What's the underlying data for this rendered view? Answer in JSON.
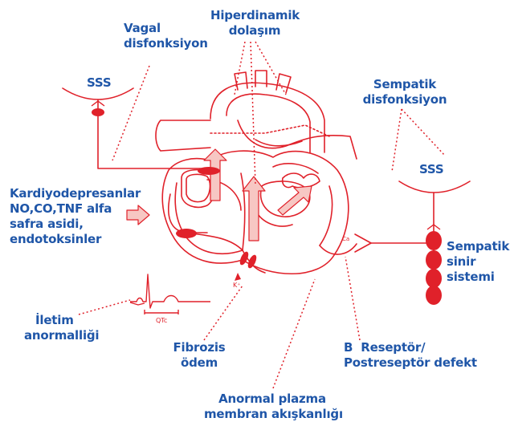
{
  "labels": {
    "hiperdinamik": [
      "Hiperdinamik",
      "dolaşım"
    ],
    "vagal": [
      "Vagal",
      "disfonksiyon"
    ],
    "sss_left": "SSS",
    "sempatik_disf": [
      "Sempatik",
      "disfonksiyon"
    ],
    "sss_right": "SSS",
    "kardiyo": [
      "Kardiyodepresanlar",
      "NO,CO,TNF alfa",
      "safra asidi,",
      "endotoksinler"
    ],
    "sempatik_sinir": [
      "Sempatik",
      "sinir",
      "sistemi"
    ],
    "iletim": [
      "İletim",
      "anormalliği"
    ],
    "fibrozis": [
      "Fibrozis",
      "ödem"
    ],
    "breseptor": [
      "B  Reseptör/",
      "Postreseptör defekt"
    ],
    "anormal": [
      "Anormal plazma",
      "membran akışkanlığı"
    ]
  },
  "small_labels": {
    "potassium": "K⁺",
    "qtc": "QTc",
    "ca": "Ca"
  },
  "colors": {
    "label": "#1f56a8",
    "diagram": "#e0212a",
    "arrow_fill": "#f7c7c3"
  }
}
